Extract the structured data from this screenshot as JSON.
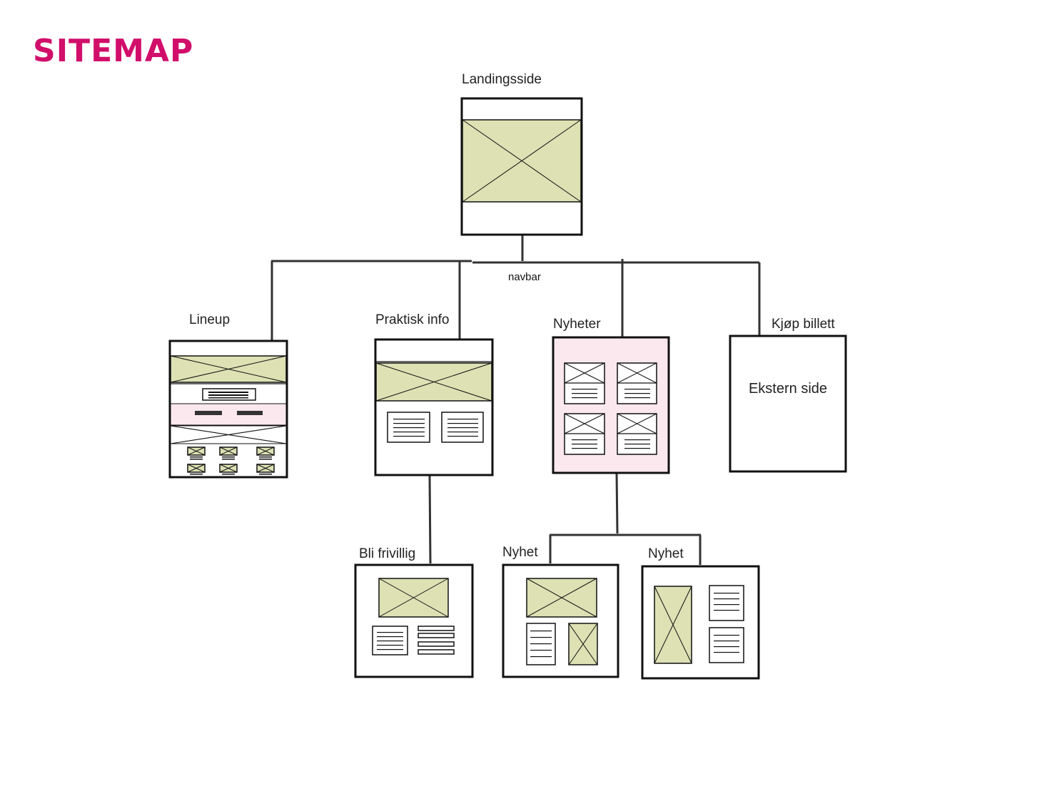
{
  "title": "SITEMAP",
  "colors": {
    "title": "#d10f6b",
    "image_placeholder": "#dde1b4",
    "pink_section": "#fbe8ef",
    "stroke": "#111111",
    "connector": "#333333"
  },
  "connector_label": "navbar",
  "pages": {
    "landing": "Landingsside",
    "lineup": "Lineup",
    "praktisk_info": "Praktisk info",
    "nyheter": "Nyheter",
    "kjop_billett": "Kjøp billett",
    "ekstern_side": "Ekstern side",
    "bli_frivillig": "Bli frivillig",
    "nyhet_1": "Nyhet",
    "nyhet_2": "Nyhet"
  }
}
